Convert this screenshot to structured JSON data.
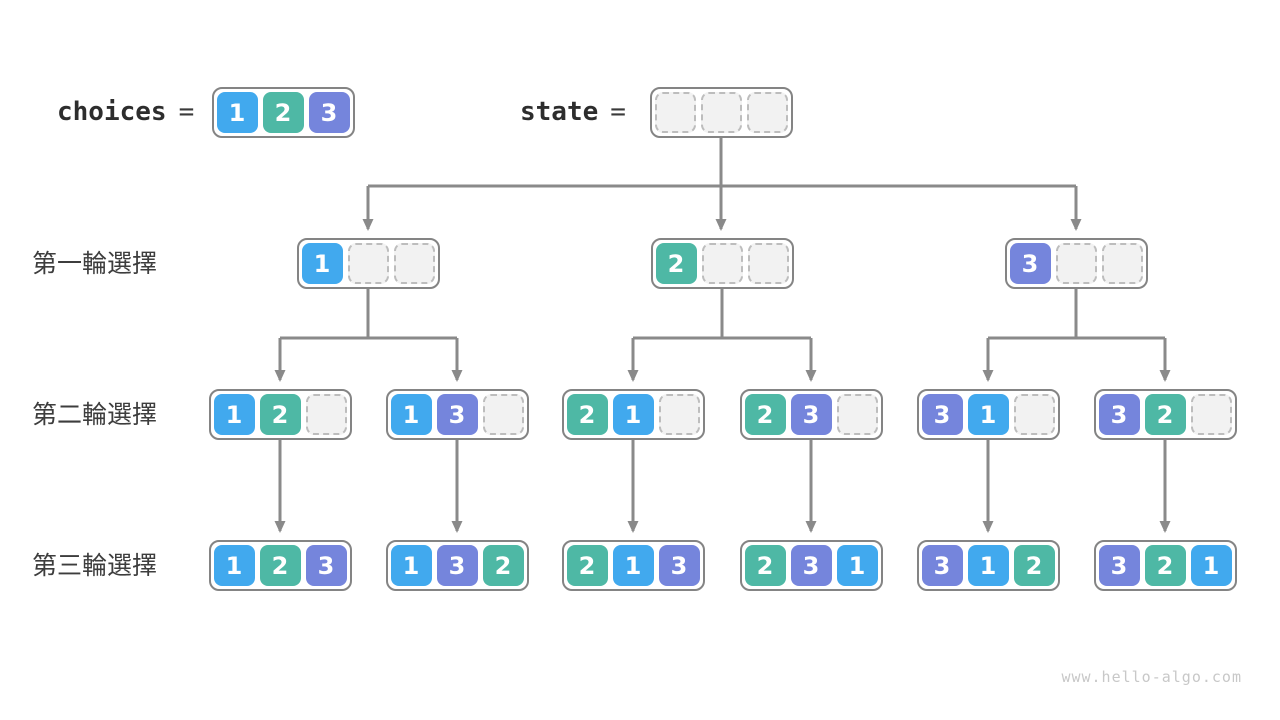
{
  "page": {
    "watermark": "www.hello-algo.com",
    "background": "#ffffff"
  },
  "colors": {
    "1": "#41a9ee",
    "2": "#4eb8a5",
    "3": "#7585dc",
    "edge": "#8a8a8a",
    "node_border": "#848484",
    "empty_fill": "#f2f2f2",
    "empty_border": "#bdbdbd"
  },
  "header": {
    "choices_label": "choices",
    "equals": "=",
    "state_label": "state",
    "choices_cells": [
      1,
      2,
      3
    ],
    "state_cells": [
      null,
      null,
      null
    ]
  },
  "row_labels": [
    "第一輪選擇",
    "第二輪選擇",
    "第三輪選擇"
  ],
  "tree": {
    "level1": [
      [
        1,
        null,
        null
      ],
      [
        2,
        null,
        null
      ],
      [
        3,
        null,
        null
      ]
    ],
    "level2": [
      [
        1,
        2,
        null
      ],
      [
        1,
        3,
        null
      ],
      [
        2,
        1,
        null
      ],
      [
        2,
        3,
        null
      ],
      [
        3,
        1,
        null
      ],
      [
        3,
        2,
        null
      ]
    ],
    "level3": [
      [
        1,
        2,
        3
      ],
      [
        1,
        3,
        2
      ],
      [
        2,
        1,
        3
      ],
      [
        2,
        3,
        1
      ],
      [
        3,
        1,
        2
      ],
      [
        3,
        2,
        1
      ]
    ]
  }
}
